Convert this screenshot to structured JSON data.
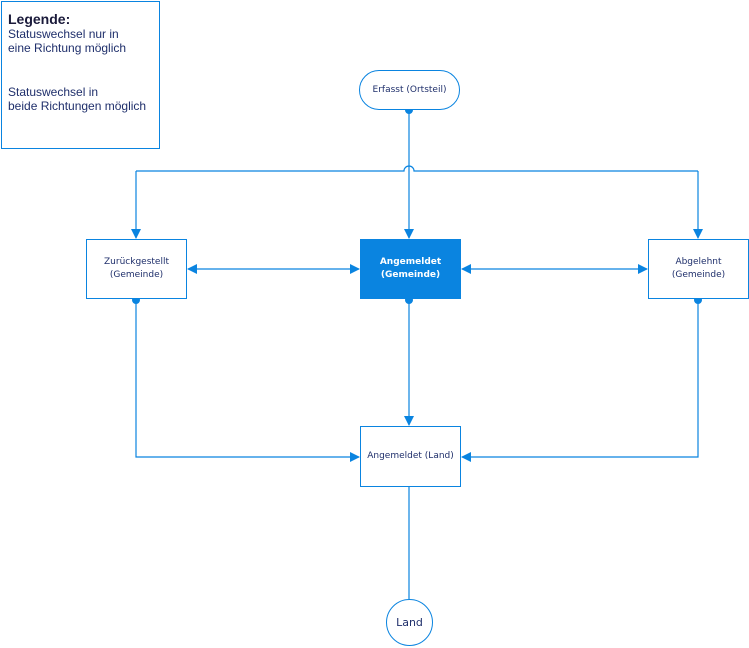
{
  "legend": {
    "title": "Legende:",
    "one_way_text": "Statuswechsel nur in\neine Richtung möglich",
    "two_way_text": "Statuswechsel in\nbeide Richtungen möglich"
  },
  "nodes": {
    "erfasst": "Erfasst (Ortsteil)",
    "zurueckgestellt": "Zurückgestellt\n(Gemeinde)",
    "angemeldet_gemeinde": "Angemeldet\n(Gemeinde)",
    "abgelehnt": "Abgelehnt\n(Gemeinde)",
    "angemeldet_land": "Angemeldet (Land)",
    "land": "Land"
  },
  "colors": {
    "accent": "#0A84E0",
    "text": "#1f2f6b"
  }
}
